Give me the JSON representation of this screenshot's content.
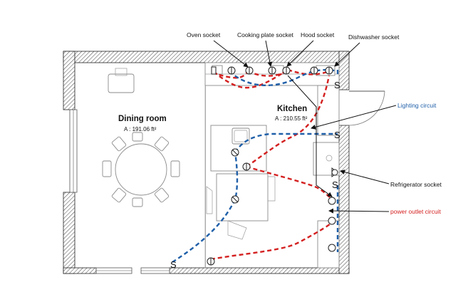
{
  "rooms": {
    "dining": {
      "name": "Dining room",
      "area": "A : 191.06 ft²"
    },
    "kitchen": {
      "name": "Kitchen",
      "area": "A : 210.55 ft²"
    }
  },
  "labels": {
    "oven": "Oven socket",
    "cooking": "Cooking plate socket",
    "hood": "Hood socket",
    "dishwasher": "Dishwasher socket",
    "lighting": "Lighting circuit",
    "refrigerator": "Refrigerator socket",
    "power": "power outlet circuit"
  },
  "switch_symbol": "S",
  "colors": {
    "lighting_circuit": "#1f5fa8",
    "power_circuit": "#d42020",
    "wall": "#222222"
  },
  "icons": [
    "socket-icon",
    "light-point-icon",
    "switch-icon"
  ]
}
